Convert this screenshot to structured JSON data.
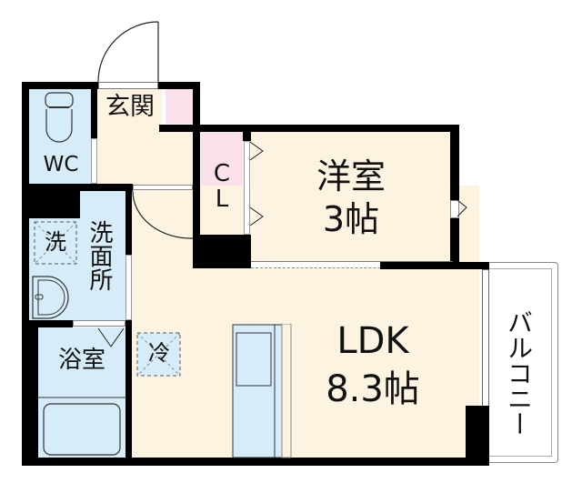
{
  "floorplan": {
    "colors": {
      "wall": "#000000",
      "floor": "#fdf3e1",
      "wet_area": "#d6ecf8",
      "closet": "#fbe1ec",
      "balcony": "#ffffff"
    },
    "rooms": {
      "entrance": {
        "label": "玄関"
      },
      "wc": {
        "label": "WC"
      },
      "closet": {
        "label_line1": "C",
        "label_line2": "L"
      },
      "western_room": {
        "label": "洋室",
        "size": "3帖"
      },
      "washroom": {
        "label": "洗面所"
      },
      "washer_space": {
        "label": "洗"
      },
      "bathroom": {
        "label": "浴室"
      },
      "fridge_space": {
        "label": "冷"
      },
      "ldk": {
        "label": "LDK",
        "size": "8.3帖"
      },
      "balcony": {
        "label": "バルコニー"
      }
    }
  }
}
